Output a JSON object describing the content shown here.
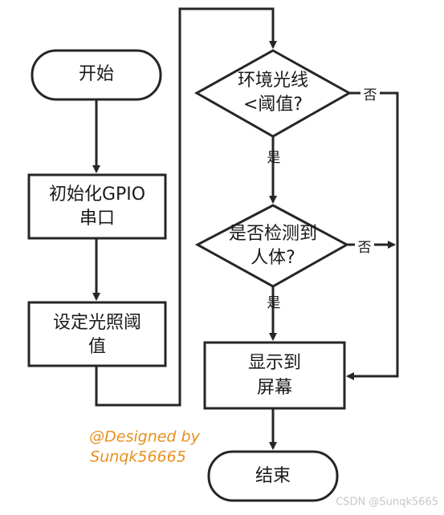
{
  "nodes": {
    "start": {
      "label": "开始"
    },
    "init": {
      "line1": "初始化GPIO",
      "line2": "串口"
    },
    "threshold": {
      "line1": "设定光照阈",
      "line2": "值"
    },
    "light_check": {
      "line1": "环境光线",
      "line2": "<阈值?"
    },
    "person_check": {
      "line1": "是否检测到",
      "line2": "人体?"
    },
    "display": {
      "line1": "显示到",
      "line2": "屏幕"
    },
    "end": {
      "label": "结束"
    }
  },
  "edge_labels": {
    "light_no": "否",
    "light_yes": "是",
    "person_no": "否",
    "person_yes": "是"
  },
  "signature": {
    "line1": "@Designed by",
    "line2": "Sunqk56665"
  },
  "watermark": "CSDN @Sunqk5665",
  "colors": {
    "stroke": "#262626",
    "signature": "#e8901e",
    "watermark": "#c8c8c8"
  }
}
